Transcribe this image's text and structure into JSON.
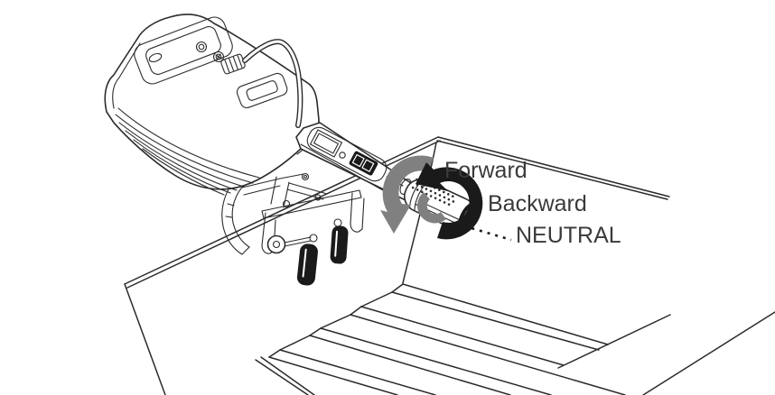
{
  "figure": {
    "type": "manual-illustration",
    "subject": "Outboard motor tiller throttle grip rotation directions on boat transom",
    "labels": {
      "forward": "Forward",
      "backward": "Backward",
      "neutral": "NEUTRAL"
    },
    "colors": {
      "background": "#ffffff",
      "line_art": "#2b2b2b",
      "label_text": "#3a3a3a",
      "forward_arrow": "#808080",
      "backward_arrow": "#1a1a1a"
    }
  }
}
